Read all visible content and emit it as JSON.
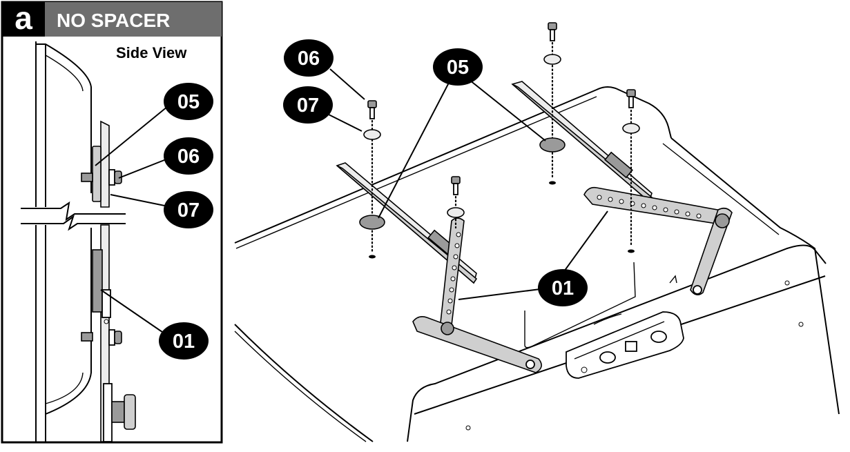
{
  "panel": {
    "letter": "a",
    "title": "NO SPACER",
    "side_view_label": "Side View"
  },
  "callouts": {
    "side_05": "05",
    "side_06": "06",
    "side_07": "07",
    "side_01": "01",
    "main_06": "06",
    "main_07": "07",
    "main_05": "05",
    "main_01": "01"
  }
}
